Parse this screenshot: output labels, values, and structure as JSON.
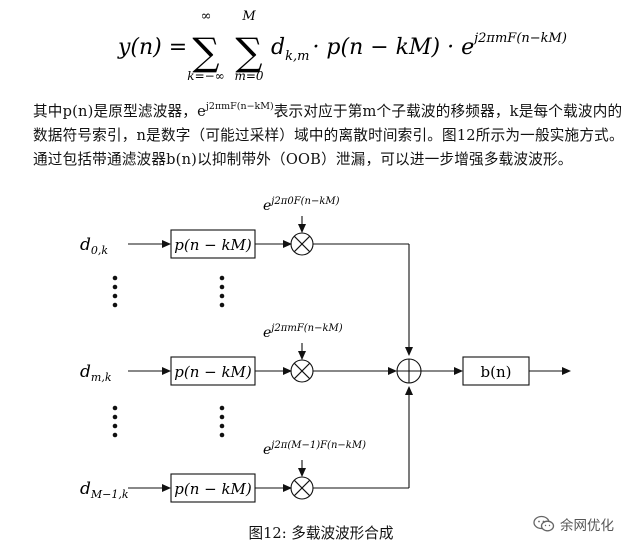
{
  "formula": {
    "lhs": "y(n) =",
    "sum1_top": "∞",
    "sum1_bottom": "k=−∞",
    "sum2_top": "M",
    "sum2_bottom": "m=0",
    "term_d": "d",
    "term_d_sub": "k,m",
    "term_rest": "· p(n − kM) · e",
    "term_exp": "j2πmF(n−kM)"
  },
  "paragraph": {
    "part1": "其中p(n)是原型滤波器，e",
    "sup": "j2πmF(n−kM)",
    "part2": "表示对应于第m个子载波的移频器，k是每个载波内的数据符号索引，n是数字（可能过采样）域中的离散时间索引。图12所示为一般实施方式。通过包括带通滤波器b(n)以抑制带外（OOB）泄漏，可以进一步增强多载波波形。"
  },
  "diagram": {
    "inputs": [
      {
        "base": "d",
        "sub": "0,k"
      },
      {
        "base": "d",
        "sub": "m,k"
      },
      {
        "base": "d",
        "sub": "M−1,k"
      }
    ],
    "filter_label": "p(n − kM)",
    "shifters": [
      {
        "base": "e",
        "exp": "j2π0F(n−kM)"
      },
      {
        "base": "e",
        "exp": "j2πmF(n−kM)"
      },
      {
        "base": "e",
        "exp": "j2π(M−1)F(n−kM)"
      }
    ],
    "bandpass_label": "b(n)"
  },
  "caption": "图12: 多载波波形合成",
  "watermark": {
    "text": "余网优化",
    "icon": "wechat-icon"
  }
}
